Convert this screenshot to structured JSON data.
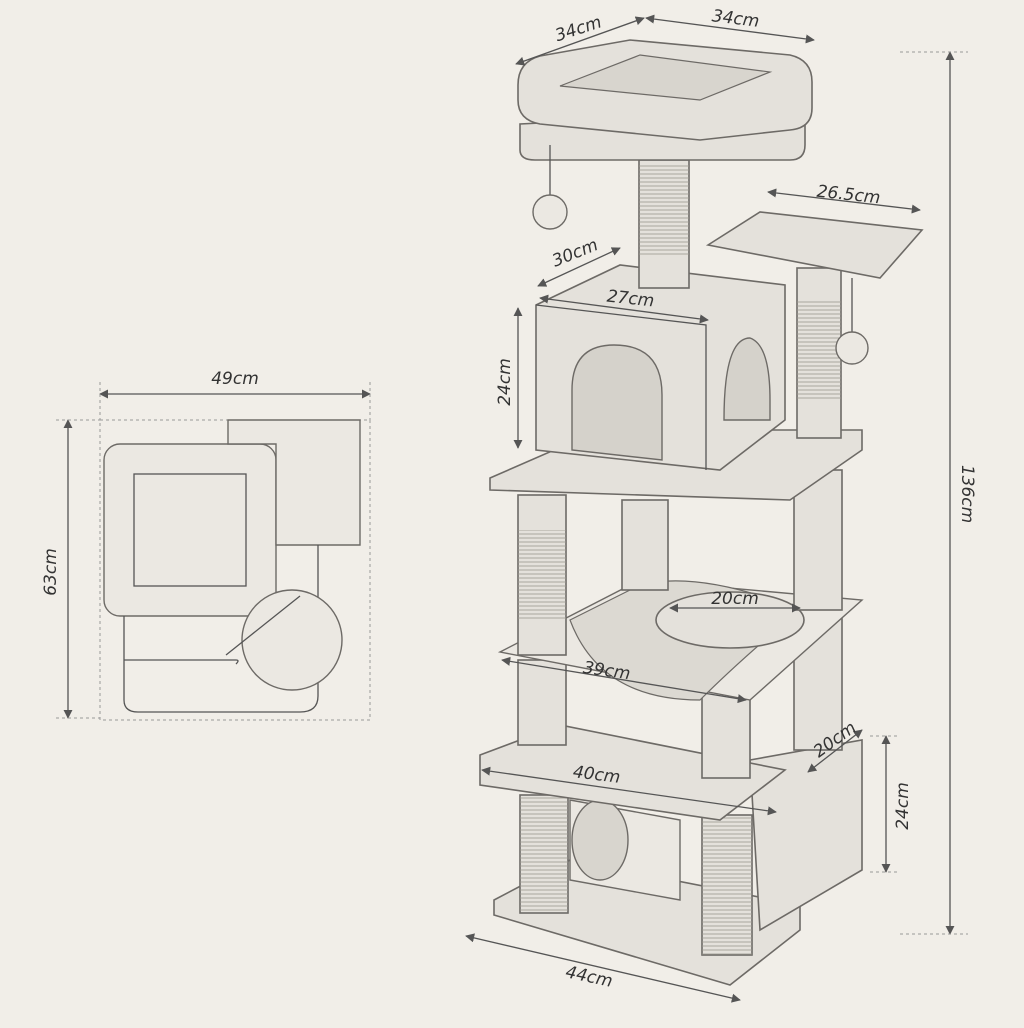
{
  "top_view": {
    "width_label": "49cm",
    "depth_label": "63cm"
  },
  "tree": {
    "bed_width_label": "34cm",
    "bed_depth_label": "34cm",
    "side_platform_label": "26.5cm",
    "condo_depth_label": "30cm",
    "condo_width_label": "27cm",
    "condo_height_label": "24cm",
    "total_height_label": "136cm",
    "round_platform_label": "20cm",
    "hammock_label": "39cm",
    "lower_platform_label": "40cm",
    "box_depth_label": "20cm",
    "box_height_label": "24cm",
    "base_label": "44cm"
  },
  "colors": {
    "background": "#f1eee8",
    "line": "#555555",
    "fill": "#e4e1db"
  }
}
